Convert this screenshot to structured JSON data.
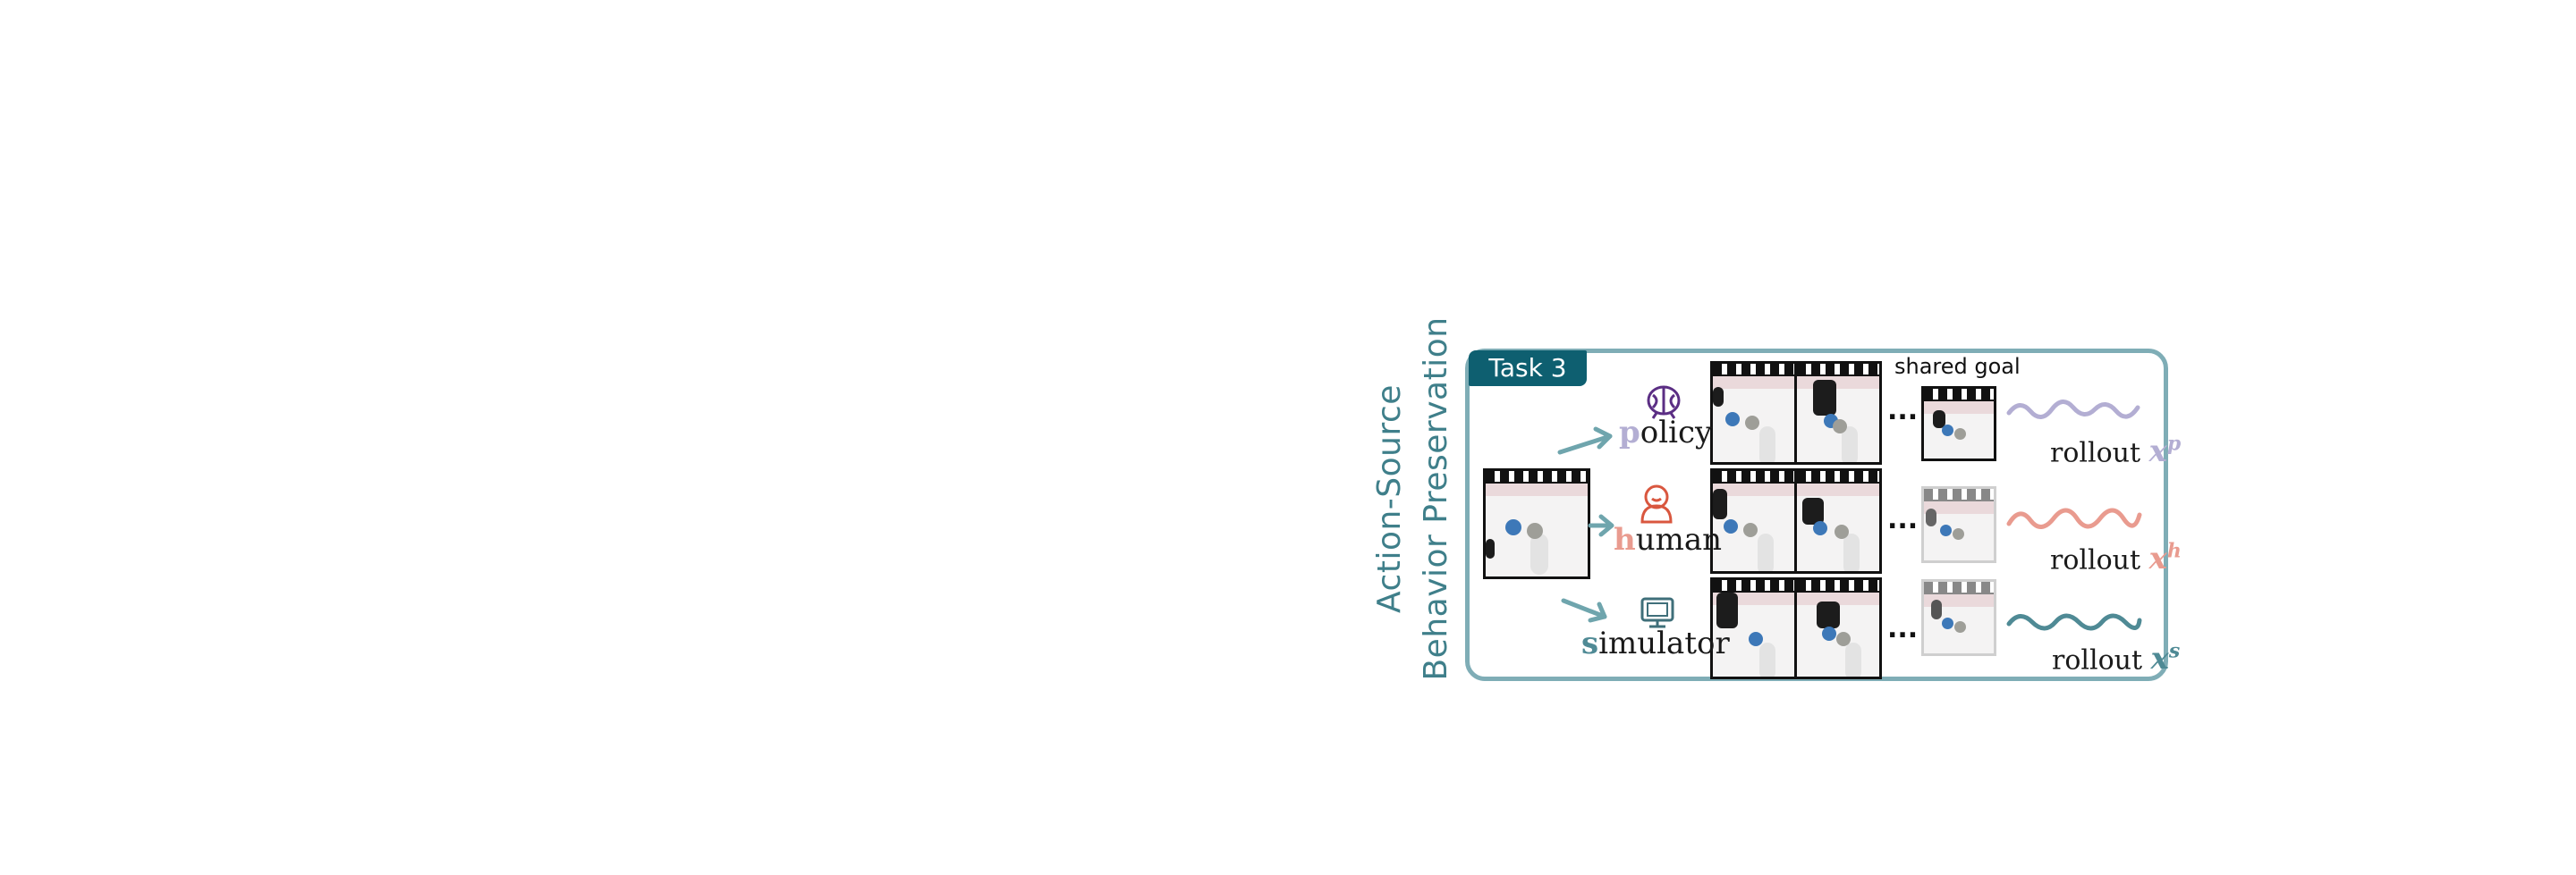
{
  "side_title": {
    "line1": "Action-Source",
    "line2": "Behavior Preservation"
  },
  "task_tag": "Task 3",
  "shared_goal": "shared goal",
  "sources": [
    {
      "initial": "p",
      "rest": "olicy",
      "icon": "brain-icon",
      "color": "#b3aed3"
    },
    {
      "initial": "h",
      "rest": "uman",
      "icon": "person-icon",
      "color": "#e99b8f"
    },
    {
      "initial": "s",
      "rest": "imulator",
      "icon": "monitor-icon",
      "color": "#4f8a95"
    }
  ],
  "rollouts": [
    {
      "label": "rollout",
      "var": "x",
      "sup": "p",
      "color": "#b3aed3"
    },
    {
      "label": "rollout",
      "var": "x",
      "sup": "h",
      "color": "#e99b8f"
    },
    {
      "label": "rollout",
      "var": "x",
      "sup": "s",
      "color": "#4f8a95"
    }
  ],
  "ellipsis": "...",
  "colors": {
    "teal": "#3f7f8a",
    "panel_border": "#7fadb6",
    "tag_bg": "#0e5f70",
    "arrow": "#6fa5ad"
  }
}
